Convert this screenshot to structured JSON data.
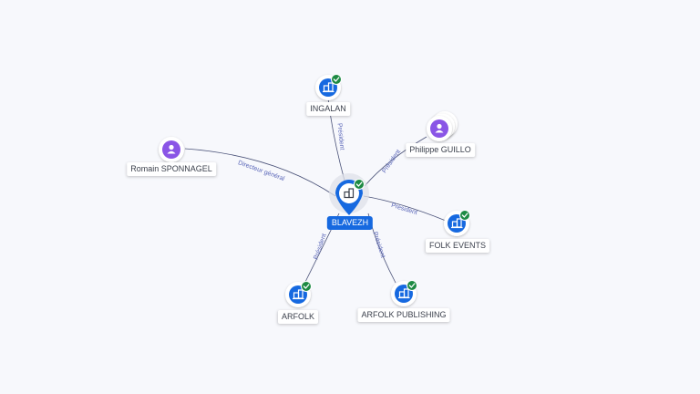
{
  "central": {
    "name": "BLAVEZH",
    "icon": "building-icon",
    "status": "verified-check-icon"
  },
  "companies": [
    {
      "id": "ingalan",
      "name": "INGALAN",
      "relation": "Président",
      "icon": "building-icon"
    },
    {
      "id": "folk-events",
      "name": "FOLK EVENTS",
      "relation": "Président",
      "icon": "building-icon"
    },
    {
      "id": "arfolk-publishing",
      "name": "ARFOLK PUBLISHING",
      "relation": "Président",
      "icon": "building-icon"
    },
    {
      "id": "arfolk",
      "name": "ARFOLK",
      "relation": "Président",
      "icon": "building-icon"
    }
  ],
  "people": [
    {
      "id": "romain",
      "name": "Romain SPONNAGEL",
      "relation": "Directeur général",
      "icon": "person-icon"
    },
    {
      "id": "philippe",
      "name": "Philippe GUILLO",
      "relation": "Président",
      "icon": "person-icon"
    }
  ],
  "colors": {
    "company": "#1669e0",
    "person": "#8a55e6",
    "check": "#1d8a43",
    "edge": "#4a5278",
    "edge_label": "#5a66b8"
  }
}
